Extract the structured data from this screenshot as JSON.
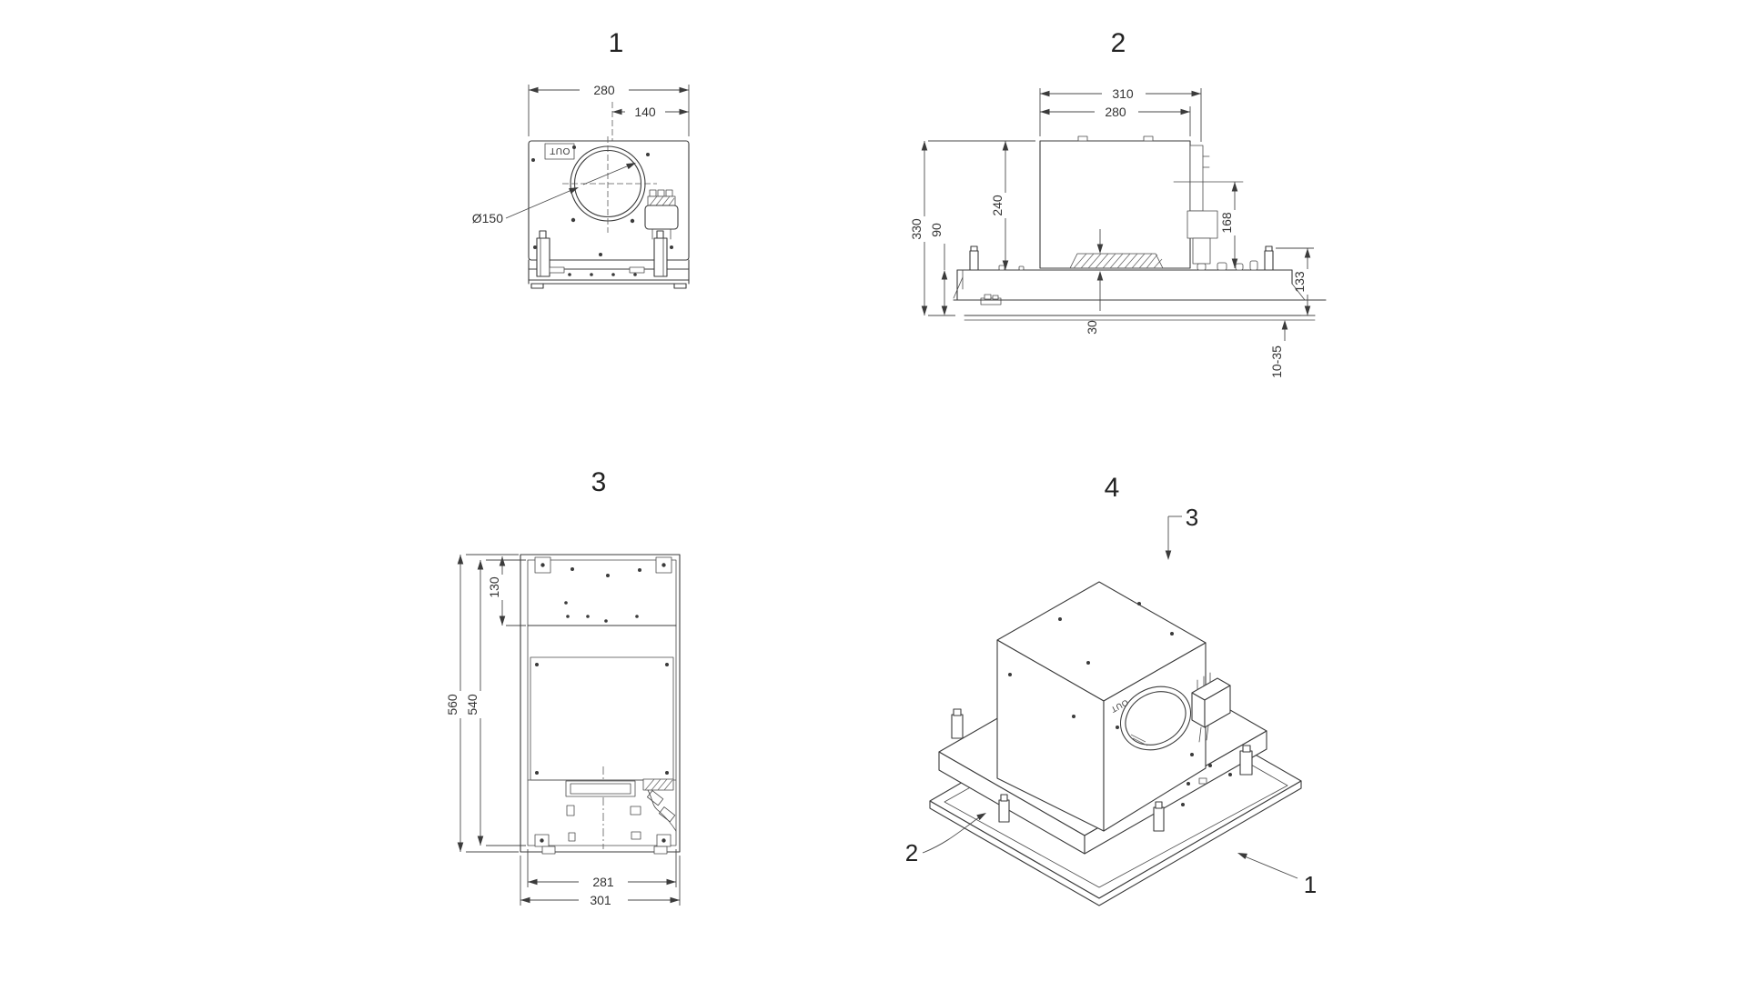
{
  "document": {
    "background": "#ffffff",
    "line_color": "#3b3b3b",
    "views": [
      {
        "title": "1",
        "dims": {
          "overall_width": "280",
          "duct_center_offset": "140",
          "duct_diameter": "Ø150"
        },
        "labels": {
          "out": "OUT"
        }
      },
      {
        "title": "2",
        "dims": {
          "width_overall": "310",
          "width_body": "280",
          "height_total": "330",
          "height_frame": "90",
          "height_body": "240",
          "height_junction_box": "168",
          "height_side": "133",
          "filter_clearance": "30",
          "ceiling_thickness_range": "10-35"
        }
      },
      {
        "title": "3",
        "dims": {
          "top_section_height": "130",
          "outer_height": "560",
          "inner_height": "540",
          "inner_width": "281",
          "outer_width": "301"
        }
      },
      {
        "title": "4",
        "labels": {
          "out": "OUT"
        },
        "callouts": {
          "blower": "3",
          "frame": "2",
          "panel": "1"
        }
      }
    ]
  }
}
